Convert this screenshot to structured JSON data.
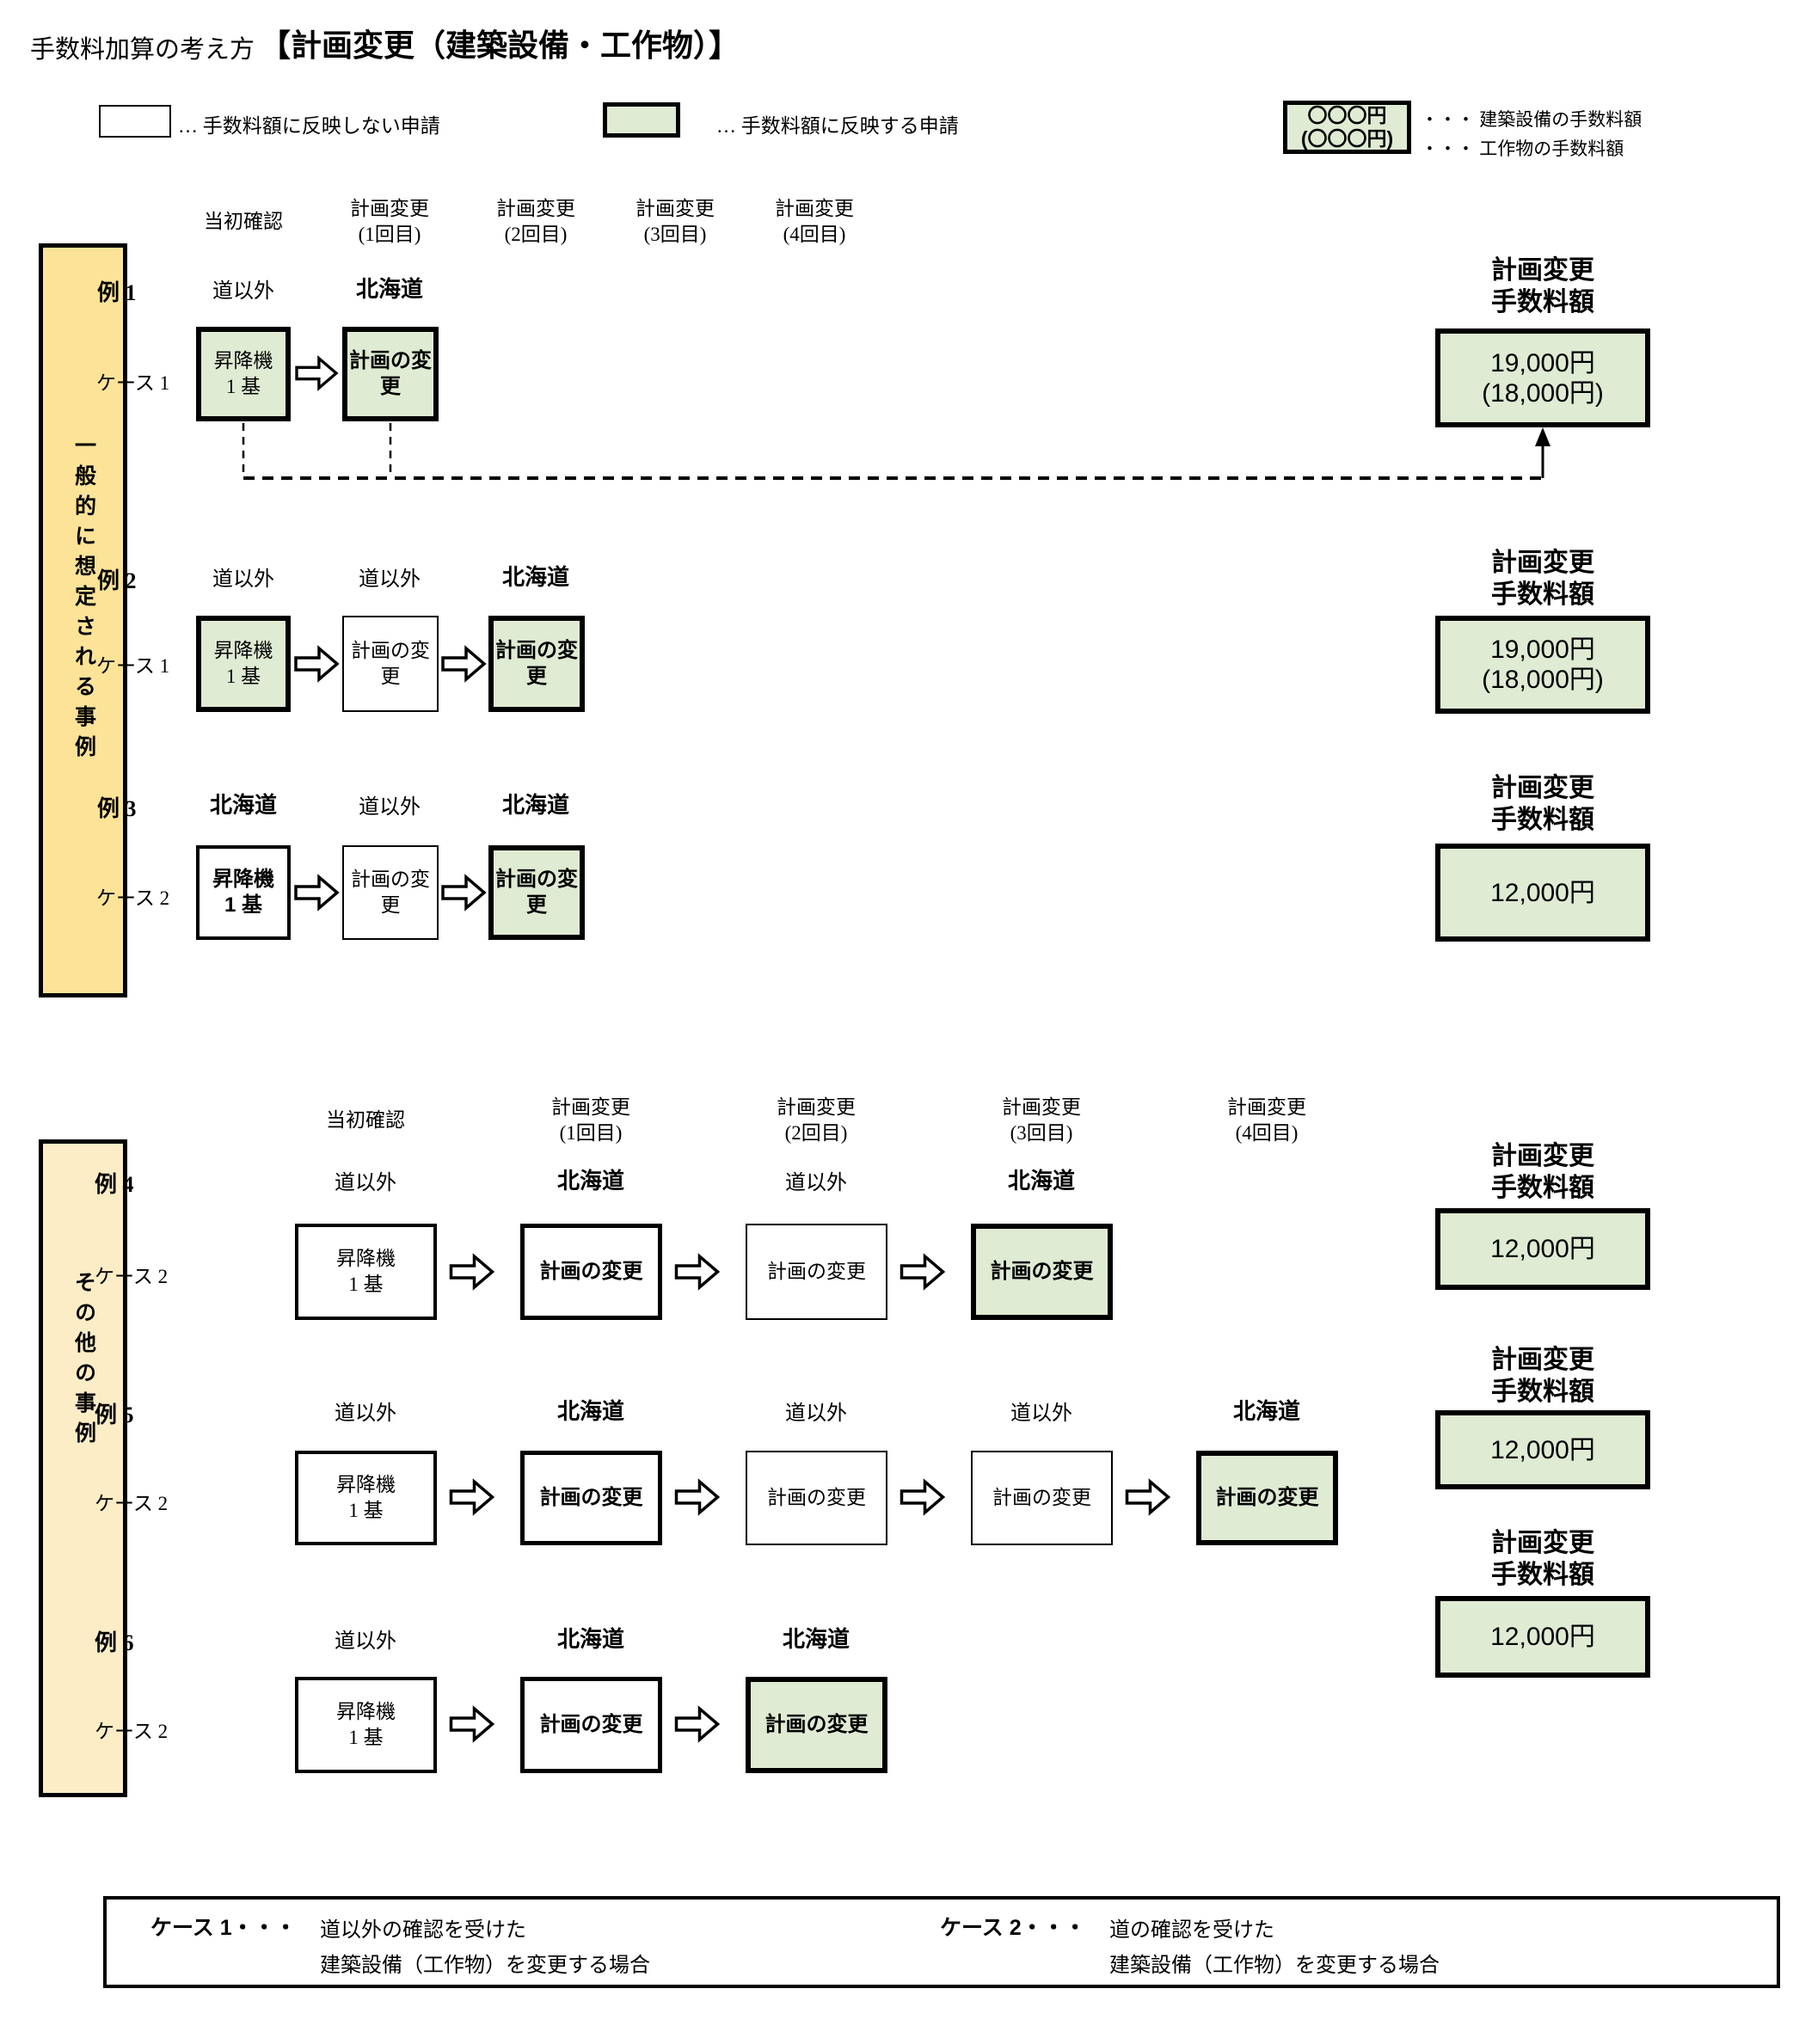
{
  "title": {
    "prefix": "手数料加算の考え方",
    "bracket": "【計画変更（建築設備・工作物）】"
  },
  "legend": {
    "no_reflect_label": "… 手数料額に反映しない申請",
    "reflect_label": "…  手数料額に反映する申請",
    "fee_sample_line1": "〇〇〇円",
    "fee_sample_line2": "(〇〇〇円)",
    "fee_sample_desc1": "・・・ 建築設備の手数料額",
    "fee_sample_desc2": "・・・ 工作物の手数料額"
  },
  "stage_headers": [
    {
      "line1": "当初確認",
      "line2": ""
    },
    {
      "line1": "計画変更",
      "line2": "(1回目)"
    },
    {
      "line1": "計画変更",
      "line2": "(2回目)"
    },
    {
      "line1": "計画変更",
      "line2": "(3回目)"
    },
    {
      "line1": "計画変更",
      "line2": "(4回目)"
    }
  ],
  "sections": [
    {
      "sidebar_label": "一般的に想定される事例"
    },
    {
      "sidebar_label": "その他の事例"
    }
  ],
  "fee_title": {
    "line1": "計画変更",
    "line2": "手数料額"
  },
  "rows": [
    {
      "example": "例 1",
      "case": "ケース 1",
      "boxes": [
        {
          "label": "道以外",
          "text1": "昇降機",
          "text2": "1 基"
        },
        {
          "label": "北海道",
          "text1": "計画の変更",
          "text2": ""
        }
      ],
      "fee1": "19,000円",
      "fee2": "(18,000円)"
    },
    {
      "example": "例 2",
      "case": "ケース 1",
      "boxes": [
        {
          "label": "道以外",
          "text1": "昇降機",
          "text2": "1 基"
        },
        {
          "label": "道以外",
          "text1": "計画の変更",
          "text2": ""
        },
        {
          "label": "北海道",
          "text1": "計画の変更",
          "text2": ""
        }
      ],
      "fee1": "19,000円",
      "fee2": "(18,000円)"
    },
    {
      "example": "例 3",
      "case": "ケース 2",
      "boxes": [
        {
          "label": "北海道",
          "text1": "昇降機",
          "text2": "1 基"
        },
        {
          "label": "道以外",
          "text1": "計画の変更",
          "text2": ""
        },
        {
          "label": "北海道",
          "text1": "計画の変更",
          "text2": ""
        }
      ],
      "fee1": "12,000円",
      "fee2": ""
    },
    {
      "example": "例 4",
      "case": "ケース 2",
      "boxes": [
        {
          "label": "道以外",
          "text1": "昇降機",
          "text2": "1 基"
        },
        {
          "label": "北海道",
          "text1": "計画の変更",
          "text2": ""
        },
        {
          "label": "道以外",
          "text1": "計画の変更",
          "text2": ""
        },
        {
          "label": "北海道",
          "text1": "計画の変更",
          "text2": ""
        }
      ],
      "fee1": "12,000円",
      "fee2": ""
    },
    {
      "example": "例 5",
      "case": "ケース 2",
      "boxes": [
        {
          "label": "道以外",
          "text1": "昇降機",
          "text2": "1 基"
        },
        {
          "label": "北海道",
          "text1": "計画の変更",
          "text2": ""
        },
        {
          "label": "道以外",
          "text1": "計画の変更",
          "text2": ""
        },
        {
          "label": "道以外",
          "text1": "計画の変更",
          "text2": ""
        },
        {
          "label": "北海道",
          "text1": "計画の変更",
          "text2": ""
        }
      ],
      "fee1": "12,000円",
      "fee2": ""
    },
    {
      "example": "例 6",
      "case": "ケース 2",
      "boxes": [
        {
          "label": "道以外",
          "text1": "昇降機",
          "text2": "1 基"
        },
        {
          "label": "北海道",
          "text1": "計画の変更",
          "text2": ""
        },
        {
          "label": "北海道",
          "text1": "計画の変更",
          "text2": ""
        }
      ],
      "fee1": "12,000円",
      "fee2": ""
    }
  ],
  "cases_note": [
    {
      "label": "ケース 1・・・",
      "line1": "道以外の確認を受けた",
      "line2": "建築設備（工作物）を変更する場合"
    },
    {
      "label": "ケース 2・・・",
      "line1": "道の確認を受けた",
      "line2": "建築設備（工作物）を変更する場合"
    }
  ],
  "colors": {
    "green_box": "#dfebd3",
    "yellow_general": "#fde398",
    "yellow_other": "#fcedc6"
  }
}
